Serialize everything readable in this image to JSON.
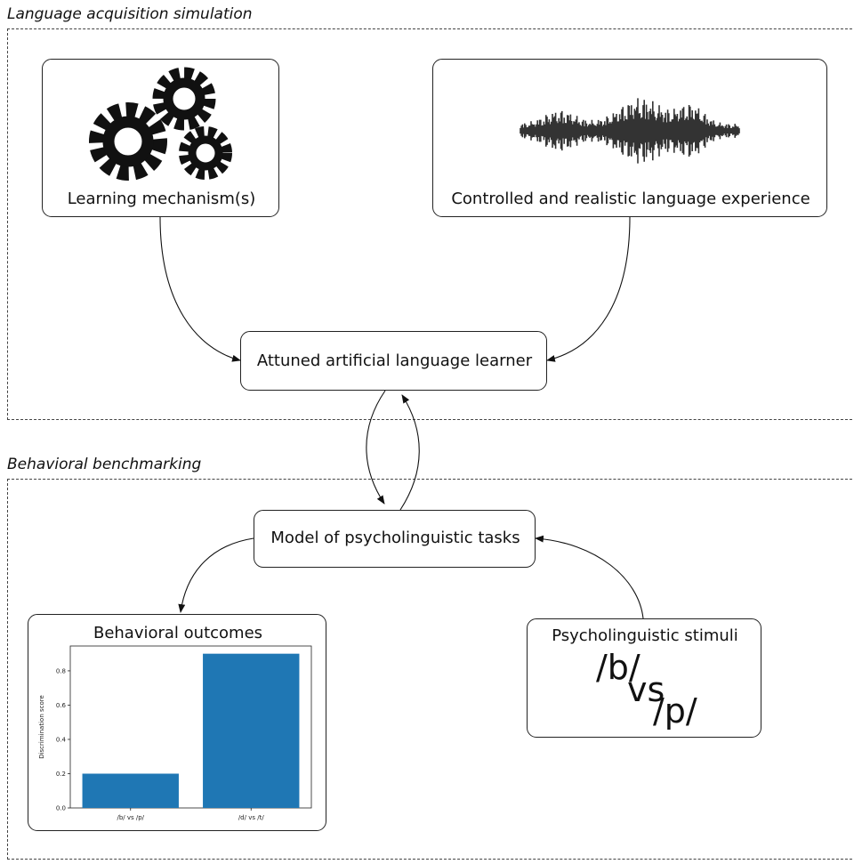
{
  "sections": {
    "acquisition_title": "Language acquisition simulation",
    "benchmarking_title": "Behavioral benchmarking"
  },
  "nodes": {
    "learning_mechanism": "Learning mechanism(s)",
    "language_experience": "Controlled and realistic language experience",
    "learner": "Attuned artificial language learner",
    "task_model": "Model of psycholinguistic tasks",
    "outcomes": "Behavioral outcomes",
    "stimuli": "Psycholinguistic stimuli"
  },
  "stimuli_example": {
    "first": "/b/",
    "middle": "vs",
    "second": "/p/"
  },
  "icons": {
    "mechanism": "gears-icon",
    "experience": "waveform-icon"
  },
  "chart_data": {
    "type": "bar",
    "title": "Behavioral outcomes",
    "ylabel": "Discrimination score",
    "xlabel": "",
    "categories": [
      "/b/ vs /p/",
      "/d/ vs /t/"
    ],
    "values": [
      0.2,
      0.9
    ],
    "ylim": [
      0,
      0.945
    ],
    "yticks": [
      "0.0",
      "0.2",
      "0.4",
      "0.6",
      "0.8"
    ],
    "color": "#1f77b4"
  }
}
